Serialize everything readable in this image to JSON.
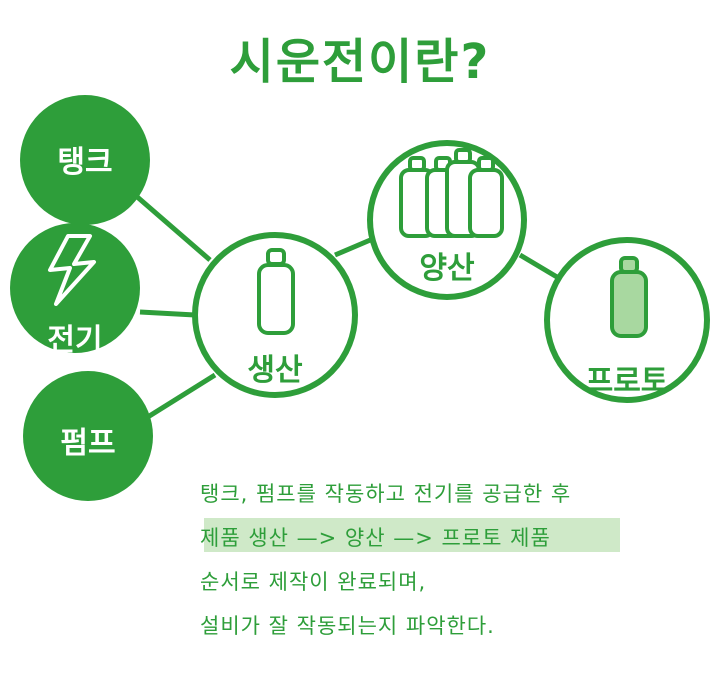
{
  "title": "시운전이란?",
  "inputs": {
    "tank": "탱크",
    "electricity": "전기",
    "pump": "펌프"
  },
  "nodes": {
    "production": "생산",
    "mass_production": "양산",
    "proto": "프로토"
  },
  "description": {
    "line1": "탱크, 펌프를 작동하고 전기를 공급한 후",
    "line2": "제품 생산 —> 양산 —> 프로토 제품",
    "line3": "순서로 제작이 완료되며,",
    "line4": "설비가 잘 작동되는지 파악한다."
  },
  "colors": {
    "primary": "#2e9e3a",
    "highlight": "#cfe9c8",
    "bottle_fill": "#a8d8a0"
  },
  "icons": [
    "lightning-icon",
    "bottle-icon",
    "bottles-group-icon"
  ]
}
